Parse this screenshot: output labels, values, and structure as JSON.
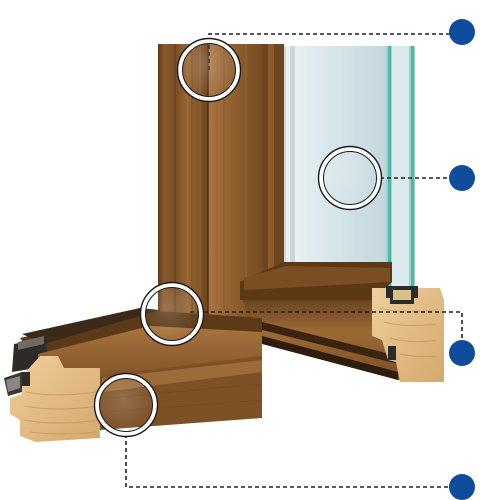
{
  "diagram": {
    "subject": "window-frame-cross-section",
    "callout_count": 4,
    "colors": {
      "marker": "#0f4c9c",
      "leader_line": "#222222",
      "wood_dark": "#7a4f24",
      "wood_mid": "#9b6a36",
      "wood_light": "#c58f52",
      "wood_end_grain": "#e2bd86",
      "glass": "#d7e6ea",
      "glass_edge": "#4fb7a5",
      "seal": "#2b2b2b"
    },
    "callouts": [
      {
        "id": "callout-1",
        "marker": "marker-circle",
        "target": "sash-profile-detail",
        "magnifier": "magnifier-circle"
      },
      {
        "id": "callout-2",
        "marker": "marker-circle",
        "target": "glazing-detail",
        "magnifier": "magnifier-circle"
      },
      {
        "id": "callout-3",
        "marker": "marker-circle",
        "target": "corner-joint-detail",
        "magnifier": "magnifier-circle"
      },
      {
        "id": "callout-4",
        "marker": "marker-circle",
        "target": "frame-profile-detail",
        "magnifier": "magnifier-circle"
      }
    ]
  }
}
